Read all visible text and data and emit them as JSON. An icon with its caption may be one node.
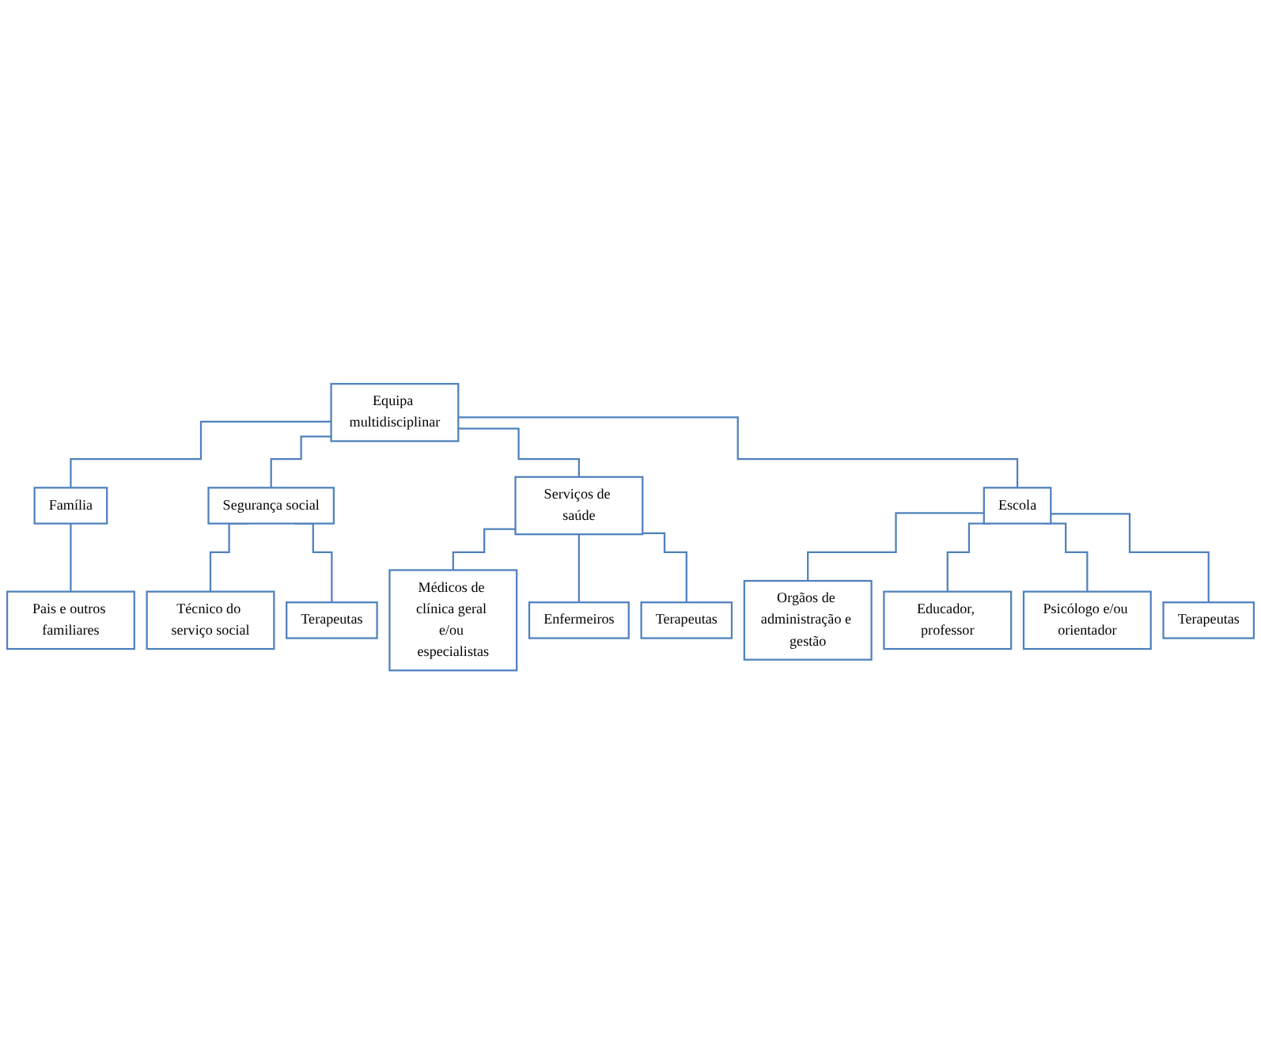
{
  "diagram": {
    "nodes": [
      {
        "text": [
          "Equipa multidisciplinar"
        ]
      },
      {
        "text": [
          "Família"
        ]
      },
      {
        "text": [
          "Segurança social"
        ]
      },
      {
        "text": [
          "Serviços de saúde"
        ]
      },
      {
        "text": [
          "Escola"
        ]
      },
      {
        "text": [
          "Pais e outros familiares"
        ]
      },
      {
        "text": [
          "Técnico do serviço social"
        ]
      },
      {
        "text": [
          "Terapeutas"
        ]
      },
      {
        "text": [
          "Médicos de clínica geral e/ou especialistas"
        ]
      },
      {
        "text": [
          "Enfermeiros"
        ]
      },
      {
        "text": [
          "Terapeutas"
        ]
      },
      {
        "text": [
          "Orgãos de administração e gestão"
        ]
      },
      {
        "text": [
          "Educador, professor"
        ]
      },
      {
        "text": [
          "Psicólogo e/ou orientador"
        ]
      },
      {
        "text": [
          "Terapeutas"
        ]
      }
    ],
    "edges": [
      {
        "from": 0,
        "to": 1,
        "arrow": "none"
      },
      {
        "from": 0,
        "to": 2,
        "arrow": "none"
      },
      {
        "from": 0,
        "to": 3,
        "arrow": "none"
      },
      {
        "from": 0,
        "to": 4,
        "arrow": "none"
      },
      {
        "from": 1,
        "to": 5,
        "arrow": "none"
      },
      {
        "from": 2,
        "to": 6,
        "arrow": "none"
      },
      {
        "from": 2,
        "to": 7,
        "arrow": "none"
      },
      {
        "from": 3,
        "to": 8,
        "arrow": "none"
      },
      {
        "from": 3,
        "to": 9,
        "arrow": "none"
      },
      {
        "from": 3,
        "to": 10,
        "arrow": "none"
      },
      {
        "from": 4,
        "to": 11,
        "arrow": "none"
      },
      {
        "from": 4,
        "to": 12,
        "arrow": "none"
      },
      {
        "from": 4,
        "to": 13,
        "arrow": "none"
      },
      {
        "from": 4,
        "to": 14,
        "arrow": "none"
      }
    ]
  }
}
